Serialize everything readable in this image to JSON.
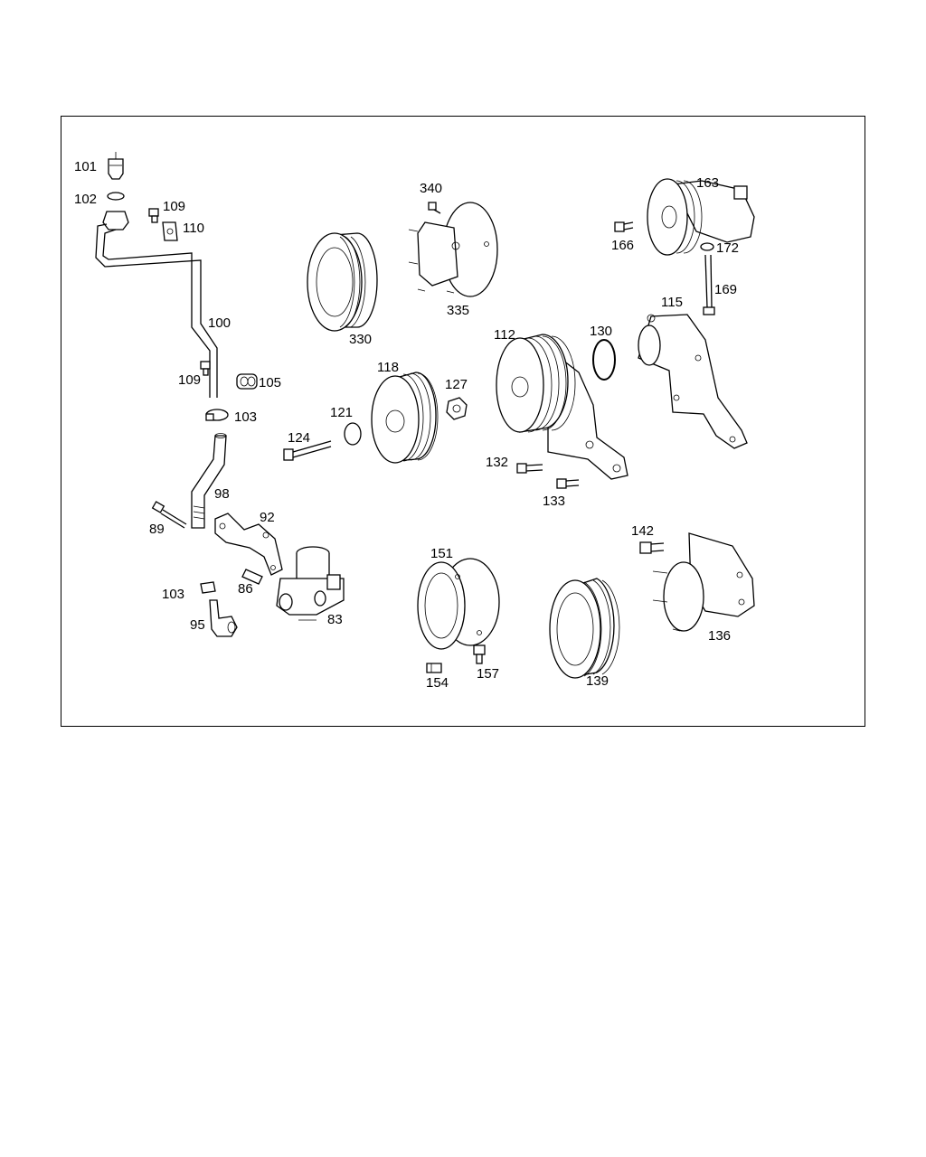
{
  "parts": [
    {
      "id": "p101",
      "number": "101"
    },
    {
      "id": "p102",
      "number": "102"
    },
    {
      "id": "p109a",
      "number": "109"
    },
    {
      "id": "p110",
      "number": "110"
    },
    {
      "id": "p100",
      "number": "100"
    },
    {
      "id": "p109b",
      "number": "109"
    },
    {
      "id": "p105",
      "number": "105"
    },
    {
      "id": "p103a",
      "number": "103"
    },
    {
      "id": "p98",
      "number": "98"
    },
    {
      "id": "p89",
      "number": "89"
    },
    {
      "id": "p92",
      "number": "92"
    },
    {
      "id": "p86",
      "number": "86"
    },
    {
      "id": "p103b",
      "number": "103"
    },
    {
      "id": "p95",
      "number": "95"
    },
    {
      "id": "p83",
      "number": "83"
    },
    {
      "id": "p340",
      "number": "340"
    },
    {
      "id": "p335",
      "number": "335"
    },
    {
      "id": "p330",
      "number": "330"
    },
    {
      "id": "p118",
      "number": "118"
    },
    {
      "id": "p127",
      "number": "127"
    },
    {
      "id": "p121",
      "number": "121"
    },
    {
      "id": "p124",
      "number": "124"
    },
    {
      "id": "p163",
      "number": "163"
    },
    {
      "id": "p166",
      "number": "166"
    },
    {
      "id": "p172",
      "number": "172"
    },
    {
      "id": "p169",
      "number": "169"
    },
    {
      "id": "p115",
      "number": "115"
    },
    {
      "id": "p130",
      "number": "130"
    },
    {
      "id": "p112",
      "number": "112"
    },
    {
      "id": "p132",
      "number": "132"
    },
    {
      "id": "p133",
      "number": "133"
    },
    {
      "id": "p151",
      "number": "151"
    },
    {
      "id": "p154",
      "number": "154"
    },
    {
      "id": "p157",
      "number": "157"
    },
    {
      "id": "p139",
      "number": "139"
    },
    {
      "id": "p142",
      "number": "142"
    },
    {
      "id": "p136",
      "number": "136"
    }
  ]
}
